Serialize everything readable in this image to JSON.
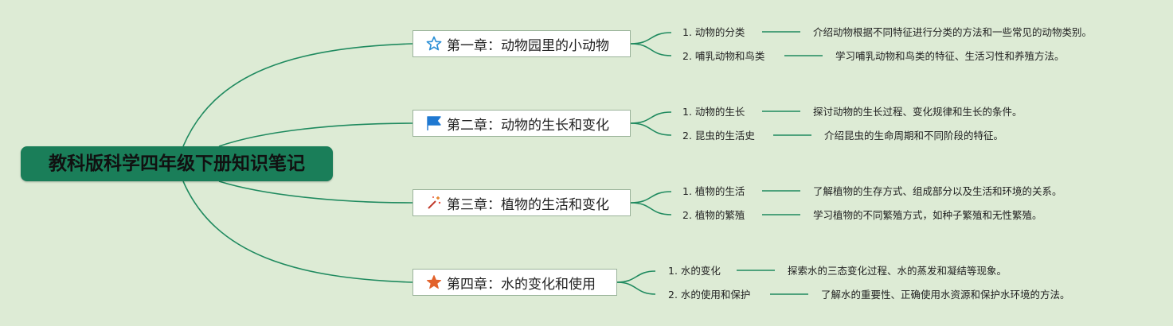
{
  "root": {
    "title": "教科版科学四年级下册知识笔记"
  },
  "colors": {
    "background": "#ddebd5",
    "root_fill": "#1a7e59",
    "connector": "#1f8a5f"
  },
  "chapters": [
    {
      "title": "第一章：动物园里的小动物",
      "icon": "star-outline-icon",
      "topics": [
        {
          "label": "1. 动物的分类",
          "desc": "介绍动物根据不同特征进行分类的方法和一些常见的动物类别。"
        },
        {
          "label": "2. 哺乳动物和鸟类",
          "desc": "学习哺乳动物和鸟类的特征、生活习性和养殖方法。"
        }
      ]
    },
    {
      "title": "第二章：动物的生长和变化",
      "icon": "flag-icon",
      "topics": [
        {
          "label": "1. 动物的生长",
          "desc": "探讨动物的生长过程、变化规律和生长的条件。"
        },
        {
          "label": "2. 昆虫的生活史",
          "desc": "介绍昆虫的生命周期和不同阶段的特征。"
        }
      ]
    },
    {
      "title": "第三章：植物的生活和变化",
      "icon": "magic-wand-icon",
      "topics": [
        {
          "label": "1. 植物的生活",
          "desc": "了解植物的生存方式、组成部分以及生活和环境的关系。"
        },
        {
          "label": "2. 植物的繁殖",
          "desc": "学习植物的不同繁殖方式，如种子繁殖和无性繁殖。"
        }
      ]
    },
    {
      "title": "第四章：水的变化和使用",
      "icon": "star-filled-icon",
      "topics": [
        {
          "label": "1. 水的变化",
          "desc": "探索水的三态变化过程、水的蒸发和凝结等现象。"
        },
        {
          "label": "2. 水的使用和保护",
          "desc": "了解水的重要性、正确使用水资源和保护水环境的方法。"
        }
      ]
    }
  ]
}
